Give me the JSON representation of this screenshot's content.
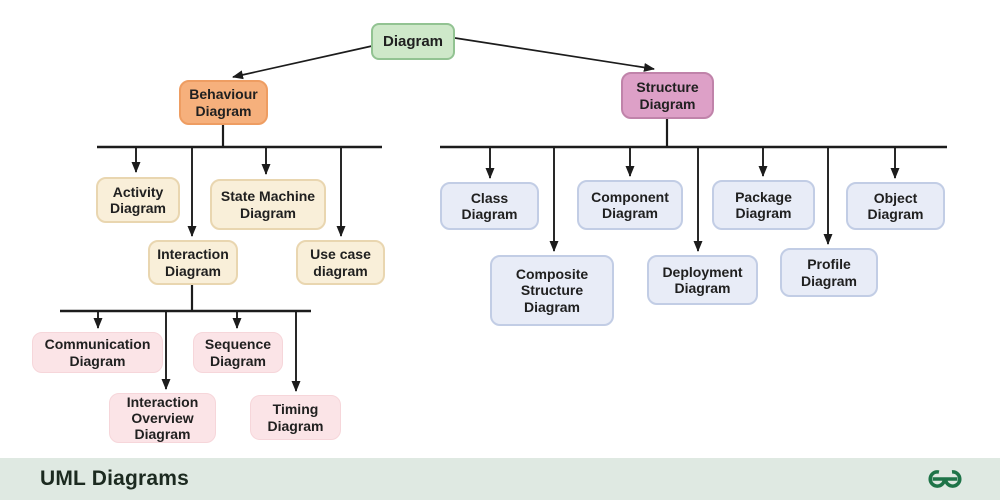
{
  "nodes": {
    "root": {
      "label": "Diagram"
    },
    "behaviour": {
      "label": "Behaviour Diagram"
    },
    "structure": {
      "label": "Structure Diagram"
    },
    "activity": {
      "label": "Activity Diagram"
    },
    "state_machine": {
      "label": "State Machine Diagram"
    },
    "interaction": {
      "label": "Interaction Diagram"
    },
    "use_case": {
      "label": "Use case diagram"
    },
    "communication": {
      "label": "Communication Diagram"
    },
    "sequence": {
      "label": "Sequence Diagram"
    },
    "interaction_overview": {
      "label": "Interaction Overview Diagram"
    },
    "timing": {
      "label": "Timing Diagram"
    },
    "class": {
      "label": "Class Diagram"
    },
    "component": {
      "label": "Component Diagram"
    },
    "package": {
      "label": "Package Diagram"
    },
    "object": {
      "label": "Object Diagram"
    },
    "composite_structure": {
      "label": "Composite Structure Diagram"
    },
    "deployment": {
      "label": "Deployment Diagram"
    },
    "profile": {
      "label": "Profile Diagram"
    }
  },
  "footer": {
    "title": "UML Diagrams"
  },
  "palette": {
    "root_fill": "#cee8c9",
    "root_border": "#92c392",
    "behaviour_fill": "#f6b07c",
    "behaviour_border": "#ee9d62",
    "structure_fill": "#dda0c7",
    "structure_border": "#c083aa",
    "behaviour_child_fill": "#f9efd9",
    "behaviour_child_border": "#e9d6b0",
    "interaction_child_fill": "#fbe4e7",
    "structure_child_fill": "#e8ecf7",
    "structure_child_border": "#c2cde5",
    "footer_bg": "#dfe9e2",
    "logo_green": "#1e7448",
    "line_color": "#1c1c1c"
  }
}
